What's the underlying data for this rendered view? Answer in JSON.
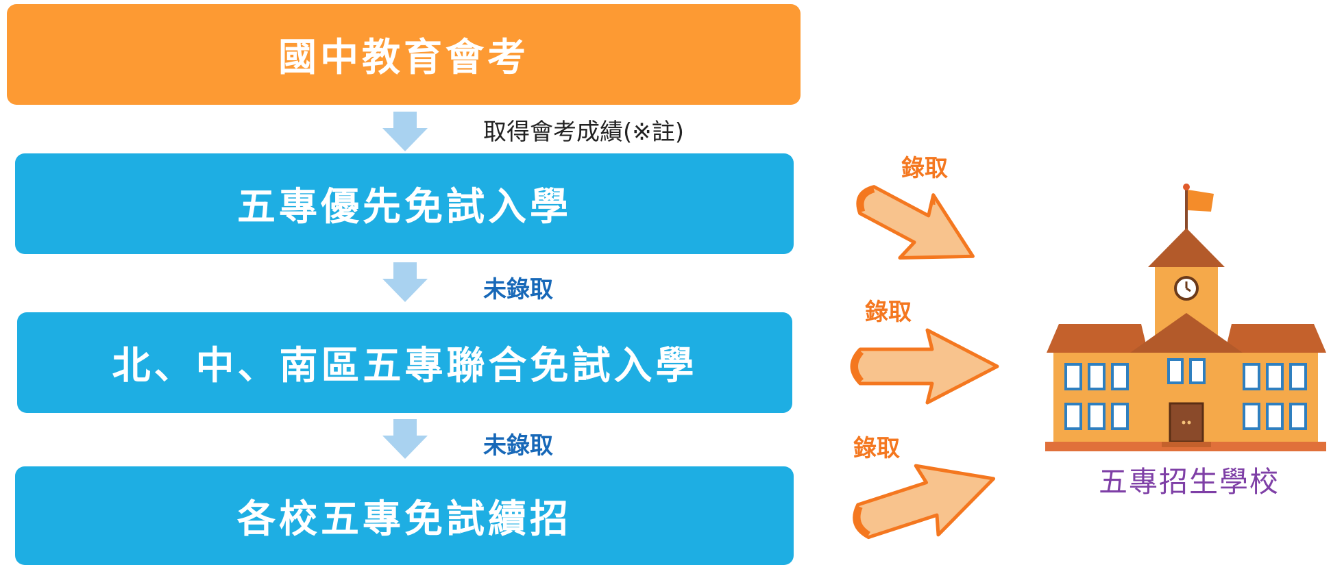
{
  "steps": [
    {
      "label": "國中教育會考"
    },
    {
      "label": "五專優先免試入學"
    },
    {
      "label": "北、中、南區五專聯合免試入學"
    },
    {
      "label": "各校五專免試續招"
    }
  ],
  "notes": {
    "score": "取得會考成績(※註)",
    "not_admitted_1": "未錄取",
    "not_admitted_2": "未錄取"
  },
  "admitted_labels": [
    "錄取",
    "錄取",
    "錄取"
  ],
  "destination": {
    "label": "五專招生學校"
  },
  "colors": {
    "top_box": "#fd9a33",
    "step_box": "#1eaee3",
    "down_arrow": "#a9d2f0",
    "admit_text": "#f4771f",
    "not_admit_text": "#1768b8",
    "school_label": "#7e3fa6"
  }
}
